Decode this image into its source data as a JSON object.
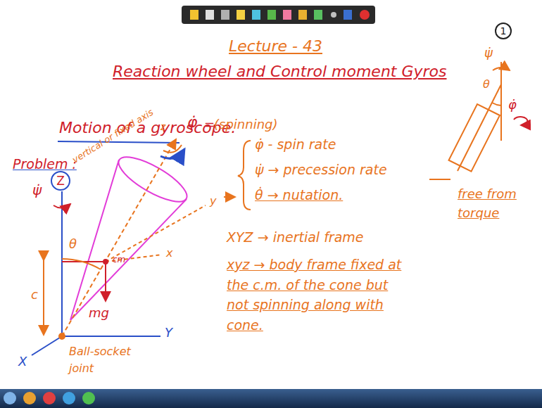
{
  "diagram": {
    "title": "Lecture - 43",
    "nodes": [
      {
        "text": [
          "1"
        ]
      },
      {
        "text": [
          "Z"
        ]
      }
    ],
    "labels": [
      "Reaction wheel and Control moment Gyros",
      "Motion of a gyroscope.",
      "Problem :",
      "vertical or fixed axis",
      "ψ̇",
      "φ̇",
      "=",
      "(spinning)",
      "z",
      "y",
      "x",
      "cm",
      "θ",
      "c",
      "mg",
      "Y",
      "X",
      "Ball-socket joint",
      "φ̇ - spin rate",
      "ψ̇ → precession rate",
      "θ̇ → nutation.",
      "XYZ → inertial frame",
      "xyz → body frame fixed at the c.m. of the cone but not spinning along with cone.",
      "ψ̇",
      "θ",
      "φ̇",
      "free from torque"
    ]
  }
}
